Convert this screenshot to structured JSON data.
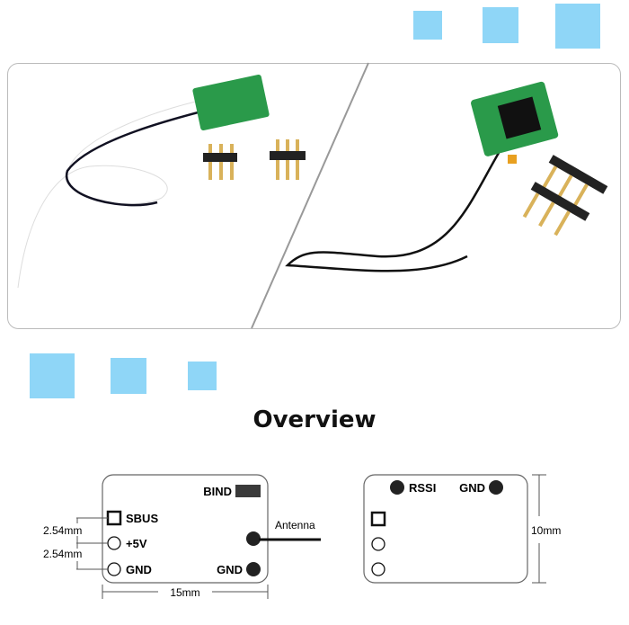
{
  "colors": {
    "accent_square": "#8fd6f7",
    "pcb": "#2a9a4a",
    "pin_gold": "#d9b25a"
  },
  "overview_title": "Overview",
  "diagram_front": {
    "bind_label": "BIND",
    "pins": [
      "SBUS",
      "+5V",
      "GND"
    ],
    "gnd_label": "GND",
    "antenna_label": "Antenna",
    "pitch_labels": [
      "2.54mm",
      "2.54mm"
    ],
    "width_label": "15mm"
  },
  "diagram_back": {
    "rssi_label": "RSSI",
    "gnd_label": "GND",
    "height_label": "10mm"
  }
}
